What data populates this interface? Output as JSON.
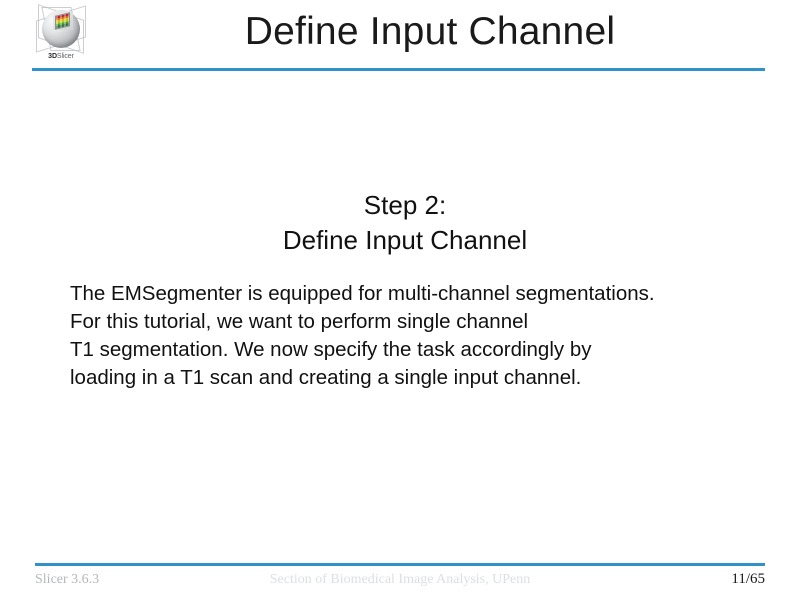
{
  "slide": {
    "title": "Define Input Channel",
    "accent_color": "#2f93c9",
    "background_color": "#ffffff",
    "text_color": "#111111"
  },
  "logo": {
    "name": "3dslicer-logo",
    "caption_prefix": "3D",
    "caption_suffix": "Slicer",
    "caption_full": "3DSlicer"
  },
  "content": {
    "heading_line1": "Step 2:",
    "heading_line2": "Define Input Channel",
    "body_lines": [
      "The EMSegmenter is equipped for multi-channel segmentations.",
      "For this tutorial, we want to perform single channel",
      "T1 segmentation. We now specify the task accordingly by",
      "loading in a T1 scan and creating a single input channel."
    ]
  },
  "footer": {
    "left": "Slicer 3.6.3",
    "center": "Section of Biomedical Image Analysis, UPenn",
    "page": "11/65"
  }
}
